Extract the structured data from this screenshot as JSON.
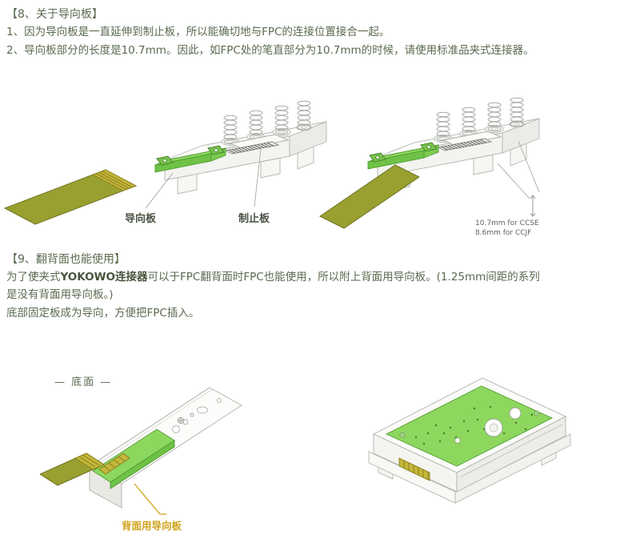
{
  "section8": {
    "title": "【8、关于导向板】",
    "line1": "1、因为导向板是一直延伸到制止板，所以能确切地与FPC的连接位置接合一起。",
    "line2": "2、导向板部分的长度是10.7mm。因此，如FPC处的笔直部分为10.7mm的时候，请使用标准品夹式连接器。",
    "figure_left": {
      "guide_plate_label": "导向板",
      "stopper_plate_label": "制止板"
    },
    "figure_right": {
      "dim_line1": "10.7mm for CCSE",
      "dim_line2": "8.6mm for CCJF"
    }
  },
  "section9": {
    "title": "【9、翻背面也能使用】",
    "para1_prefix": "为了使夹式",
    "para1_bold": "YOKOWO连接器",
    "para1_suffix": "可以于FPC翻背面时FPC也能使用，所以附上背面用导向板。(1.25mm间距的系列",
    "para1_line2": "是没有背面用导向板。)",
    "para2": "底部固定板成为导向，方便把FPC插入。",
    "figure_bottom": {
      "view_label": "— 底面 —",
      "back_guide_label": "背面用导向板"
    }
  }
}
